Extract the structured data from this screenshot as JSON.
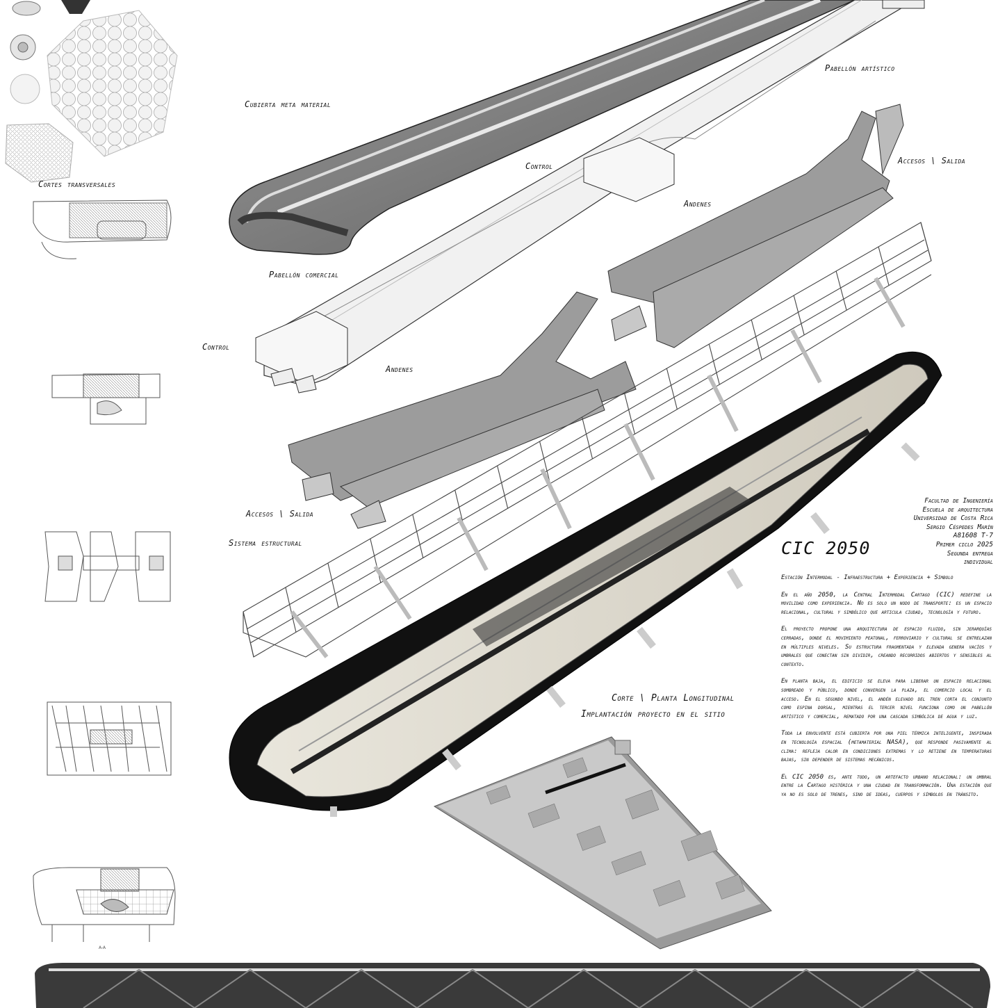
{
  "labels": {
    "cubierta": "Cubierta meta material",
    "pabellon_artistico": "Pabellón artístico",
    "control_top": "Control",
    "accesos_top": "Accesos \\ Salida",
    "andenes_top": "Andenes",
    "pabellon_comercial": "Pabellón comercial",
    "control_bottom": "Control",
    "andenes_bottom": "Andenes",
    "accesos_bottom": "Accesos \\ Salida",
    "sistema_estructural": "Sistema estructural",
    "cortes_transversales": "Cortes transversales",
    "corte_planta": "Corte \\ Planta Longitudinal",
    "implantacion": "Implantación proyecto en el sitio",
    "section_aa": "A-A"
  },
  "credits": [
    "Facultad de Ingeniería",
    "Escuela de arquitectura",
    "Universidad de Costa Rica",
    "Sergio Céspedes Marín",
    "A81608 T-7",
    "Primer ciclo 2025",
    "Segunda entrega",
    "individual"
  ],
  "title": "CIC 2050",
  "subtitle": "Estación Intermodal - Infraestructura + Experiencia + Símbolo",
  "paragraphs": [
    "En el año 2050, la Central Intermodal Cartago (CIC) redefine la movilidad como experiencia. No es solo un nodo de transporte: es un espacio relacional, cultural y simbólico que articula ciudad, tecnología y futuro.",
    "El proyecto propone una arquitectura de espacio fluido, sin jerarquías cerradas, donde el movimiento peatonal, ferroviario y cultural se entrelazan en múltiples niveles. Su estructura fragmentada y elevada genera vacíos y umbrales que conectan sin dividir, creando recorridos abiertos y sensibles al contexto.",
    "En planta baja, el edificio se eleva para liberar un espacio relacional sombreado y público, donde convergen la plaza, el comercio local y el acceso. En el segundo nivel, el andén elevado del tren corta el conjunto como espina dorsal, mientras el tercer nivel funciona como un pabellón artístico y comercial, rematado por una cascada simbólica de agua y luz.",
    "Toda la envolvente está cubierta por una piel térmica inteligente, inspirada en tecnología espacial (metamaterial NASA), que responde pasivamente al clima: refleja calor en condiciones extremas y lo retiene en temperaturas bajas, sin depender de sistemas mecánicos.",
    "El CIC 2050 es, ante todo, un artefacto urbano relacional: un umbral entre la Cartago histórica y una ciudad en transformación. Una estación que ya no es solo de trenes, sino de ideas, cuerpos y símbolos en tránsito."
  ]
}
